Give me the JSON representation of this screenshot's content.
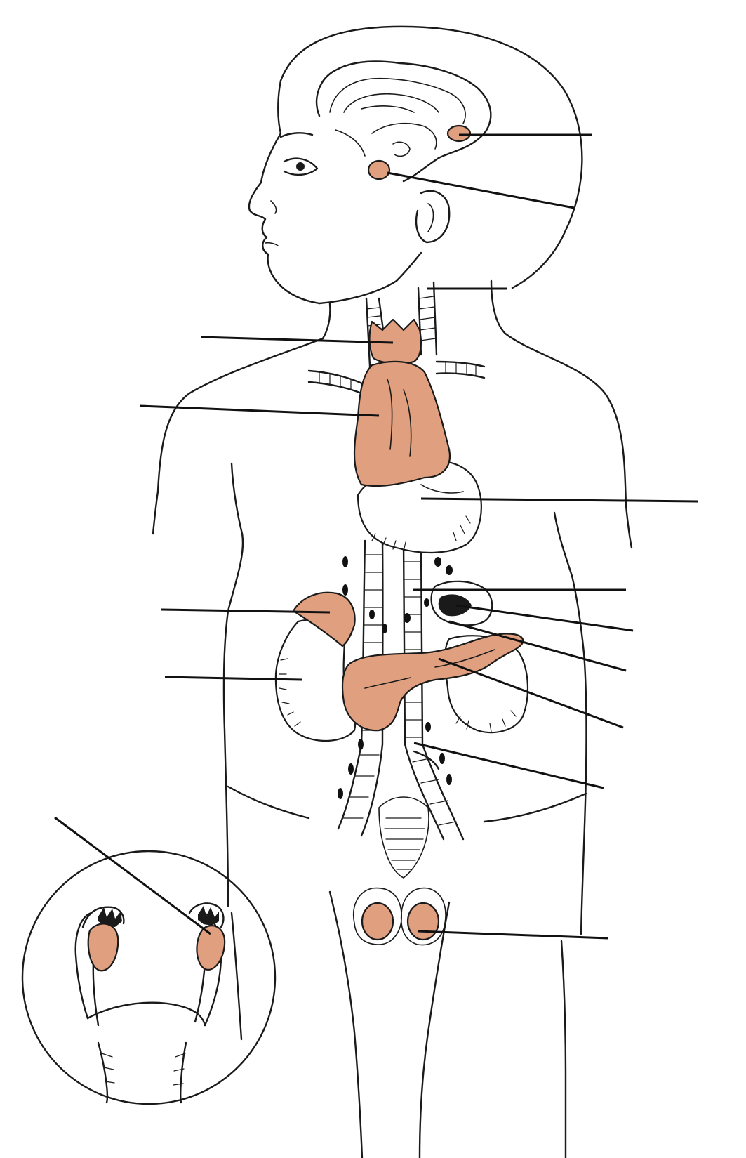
{
  "colors": {
    "gland_fill": "#E0A080",
    "outline": "#1a1a1a",
    "leader_line": "#111111",
    "background": "#ffffff"
  },
  "labels": [
    {
      "id": "pineal-gland",
      "text": ""
    },
    {
      "id": "pituitary-gland",
      "text": ""
    },
    {
      "id": "larynx",
      "text": ""
    },
    {
      "id": "thyroid-gland",
      "text": ""
    },
    {
      "id": "thymus",
      "text": ""
    },
    {
      "id": "heart",
      "text": ""
    },
    {
      "id": "aorta",
      "text": ""
    },
    {
      "id": "adrenal-gland",
      "text": ""
    },
    {
      "id": "kidney",
      "text": ""
    },
    {
      "id": "pancreas",
      "text": ""
    },
    {
      "id": "iliac-artery",
      "text": ""
    },
    {
      "id": "liver",
      "text": ""
    },
    {
      "id": "gallbladder-lobe",
      "text": ""
    },
    {
      "id": "testis",
      "text": ""
    },
    {
      "id": "ovary",
      "text": ""
    }
  ]
}
